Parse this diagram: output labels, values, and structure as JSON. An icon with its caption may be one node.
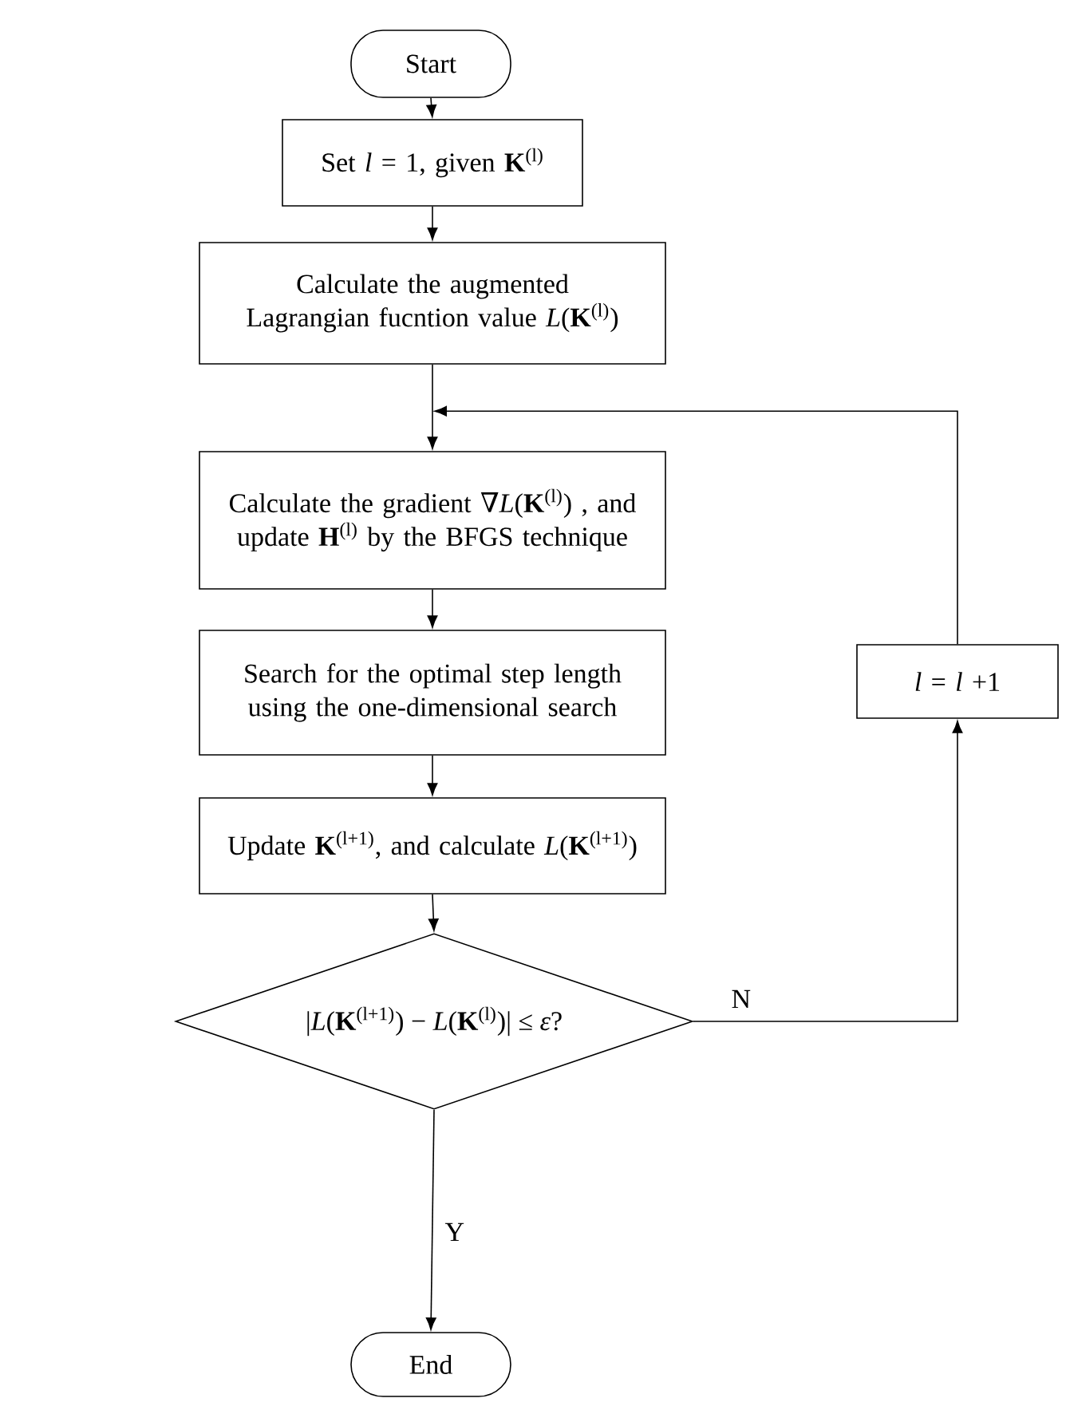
{
  "diagram": {
    "nodes": [
      {
        "text": [
          "Start"
        ]
      },
      {
        "text": [
          "Set *l* = 1, given **K**$^{(l)}$"
        ]
      },
      {
        "text": [
          "Calculate the augmented Lagrangian fucntion value *L*(**K**$^{(l)}$)"
        ]
      },
      {
        "text": [
          "Calculate the gradient ∇*L*(**K**$^{(l)}$) , and update **H**$^{(l)}$ by the BFGS technique"
        ]
      },
      {
        "text": [
          "Search for the optimal step length using the one-dimensional search"
        ]
      },
      {
        "text": [
          "Update **K**$^{(l+1)}$, and calculate *L*(**K**$^{(l+1)}$)"
        ]
      },
      {
        "text": [
          "|*L*(**K**$^{(l+1)}$) − *L*(**K**$^{(l)}$)| ≤ *ε*?"
        ]
      },
      {
        "text": [
          "End"
        ]
      },
      {
        "text": [
          "*l* = *l* +1"
        ]
      }
    ],
    "edges": [
      {
        "from": 0,
        "to": 1,
        "arrow": "to"
      },
      {
        "from": 1,
        "to": 2,
        "arrow": "to"
      },
      {
        "from": 2,
        "to": 3,
        "arrow": "to"
      },
      {
        "from": 3,
        "to": 4,
        "arrow": "to"
      },
      {
        "from": 4,
        "to": 5,
        "arrow": "to"
      },
      {
        "from": 5,
        "to": 6,
        "arrow": "to"
      },
      {
        "from": 6,
        "to": 7,
        "arrow": "to",
        "label": "Y"
      },
      {
        "from": 6,
        "to": 8,
        "arrow": "to",
        "label": "N"
      },
      {
        "from": 8,
        "to": 3,
        "arrow": "to"
      }
    ]
  }
}
